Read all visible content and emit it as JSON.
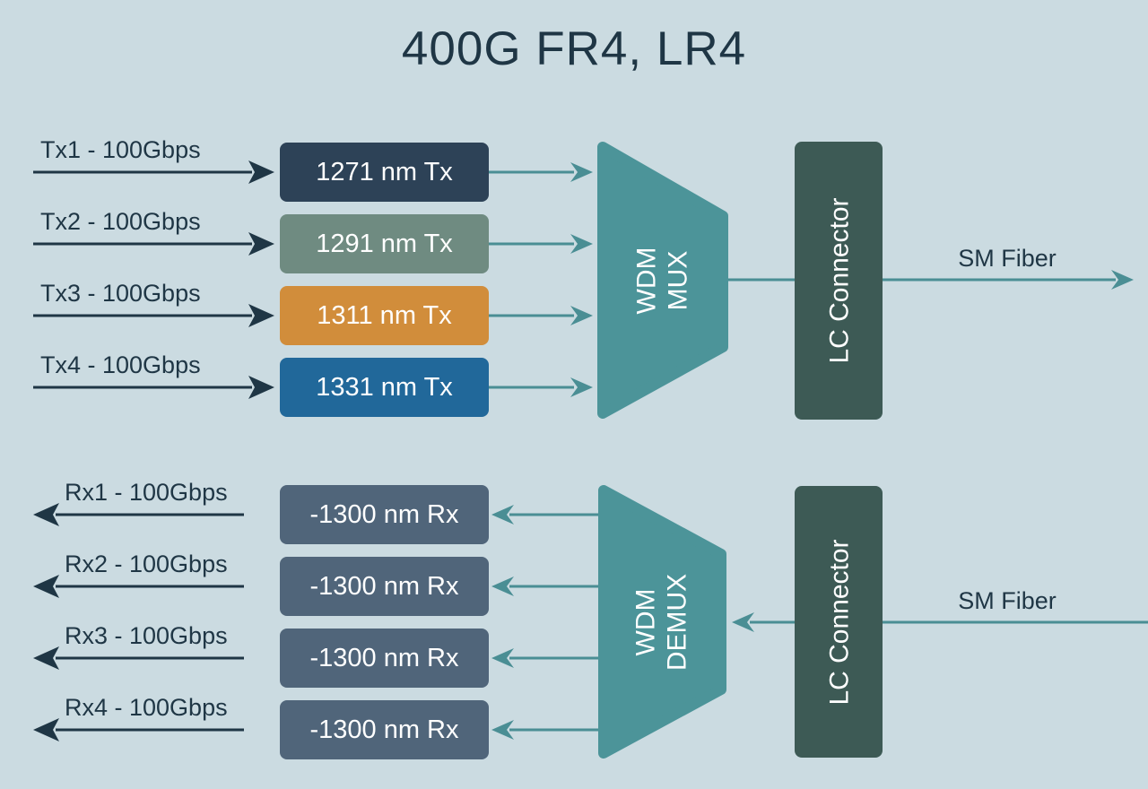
{
  "title": "400G FR4, LR4",
  "tx_section": {
    "lanes": [
      {
        "label": "Tx1 - 100Gbps",
        "block": "1271 nm Tx"
      },
      {
        "label": "Tx2 - 100Gbps",
        "block": "1291 nm Tx"
      },
      {
        "label": "Tx3 - 100Gbps",
        "block": "1311 nm Tx"
      },
      {
        "label": "Tx4 - 100Gbps",
        "block": "1331 nm Tx"
      }
    ],
    "mux": {
      "line1": "WDM",
      "line2": "MUX"
    },
    "connector_label": "LC Connector",
    "fiber_label": "SM Fiber"
  },
  "rx_section": {
    "lanes": [
      {
        "label": "Rx1 - 100Gbps",
        "block": "-1300 nm Rx"
      },
      {
        "label": "Rx2 - 100Gbps",
        "block": "-1300 nm Rx"
      },
      {
        "label": "Rx3 - 100Gbps",
        "block": "-1300 nm Rx"
      },
      {
        "label": "Rx4 - 100Gbps",
        "block": "-1300 nm Rx"
      }
    ],
    "demux": {
      "line1": "WDM",
      "line2": "DEMUX"
    },
    "connector_label": "LC Connector",
    "fiber_label": "SM Fiber"
  },
  "colors": {
    "background": "#cbdbe1",
    "dark_text": "#1f3645",
    "teal_line": "#4a8e94",
    "mux_fill": "#4c9499",
    "lc_connector_fill": "#3d5a55",
    "tx_block_fills": [
      "#2d4257",
      "#6f8b81",
      "#d18d3b",
      "#21689a"
    ],
    "rx_block_fill": "#50657a"
  }
}
